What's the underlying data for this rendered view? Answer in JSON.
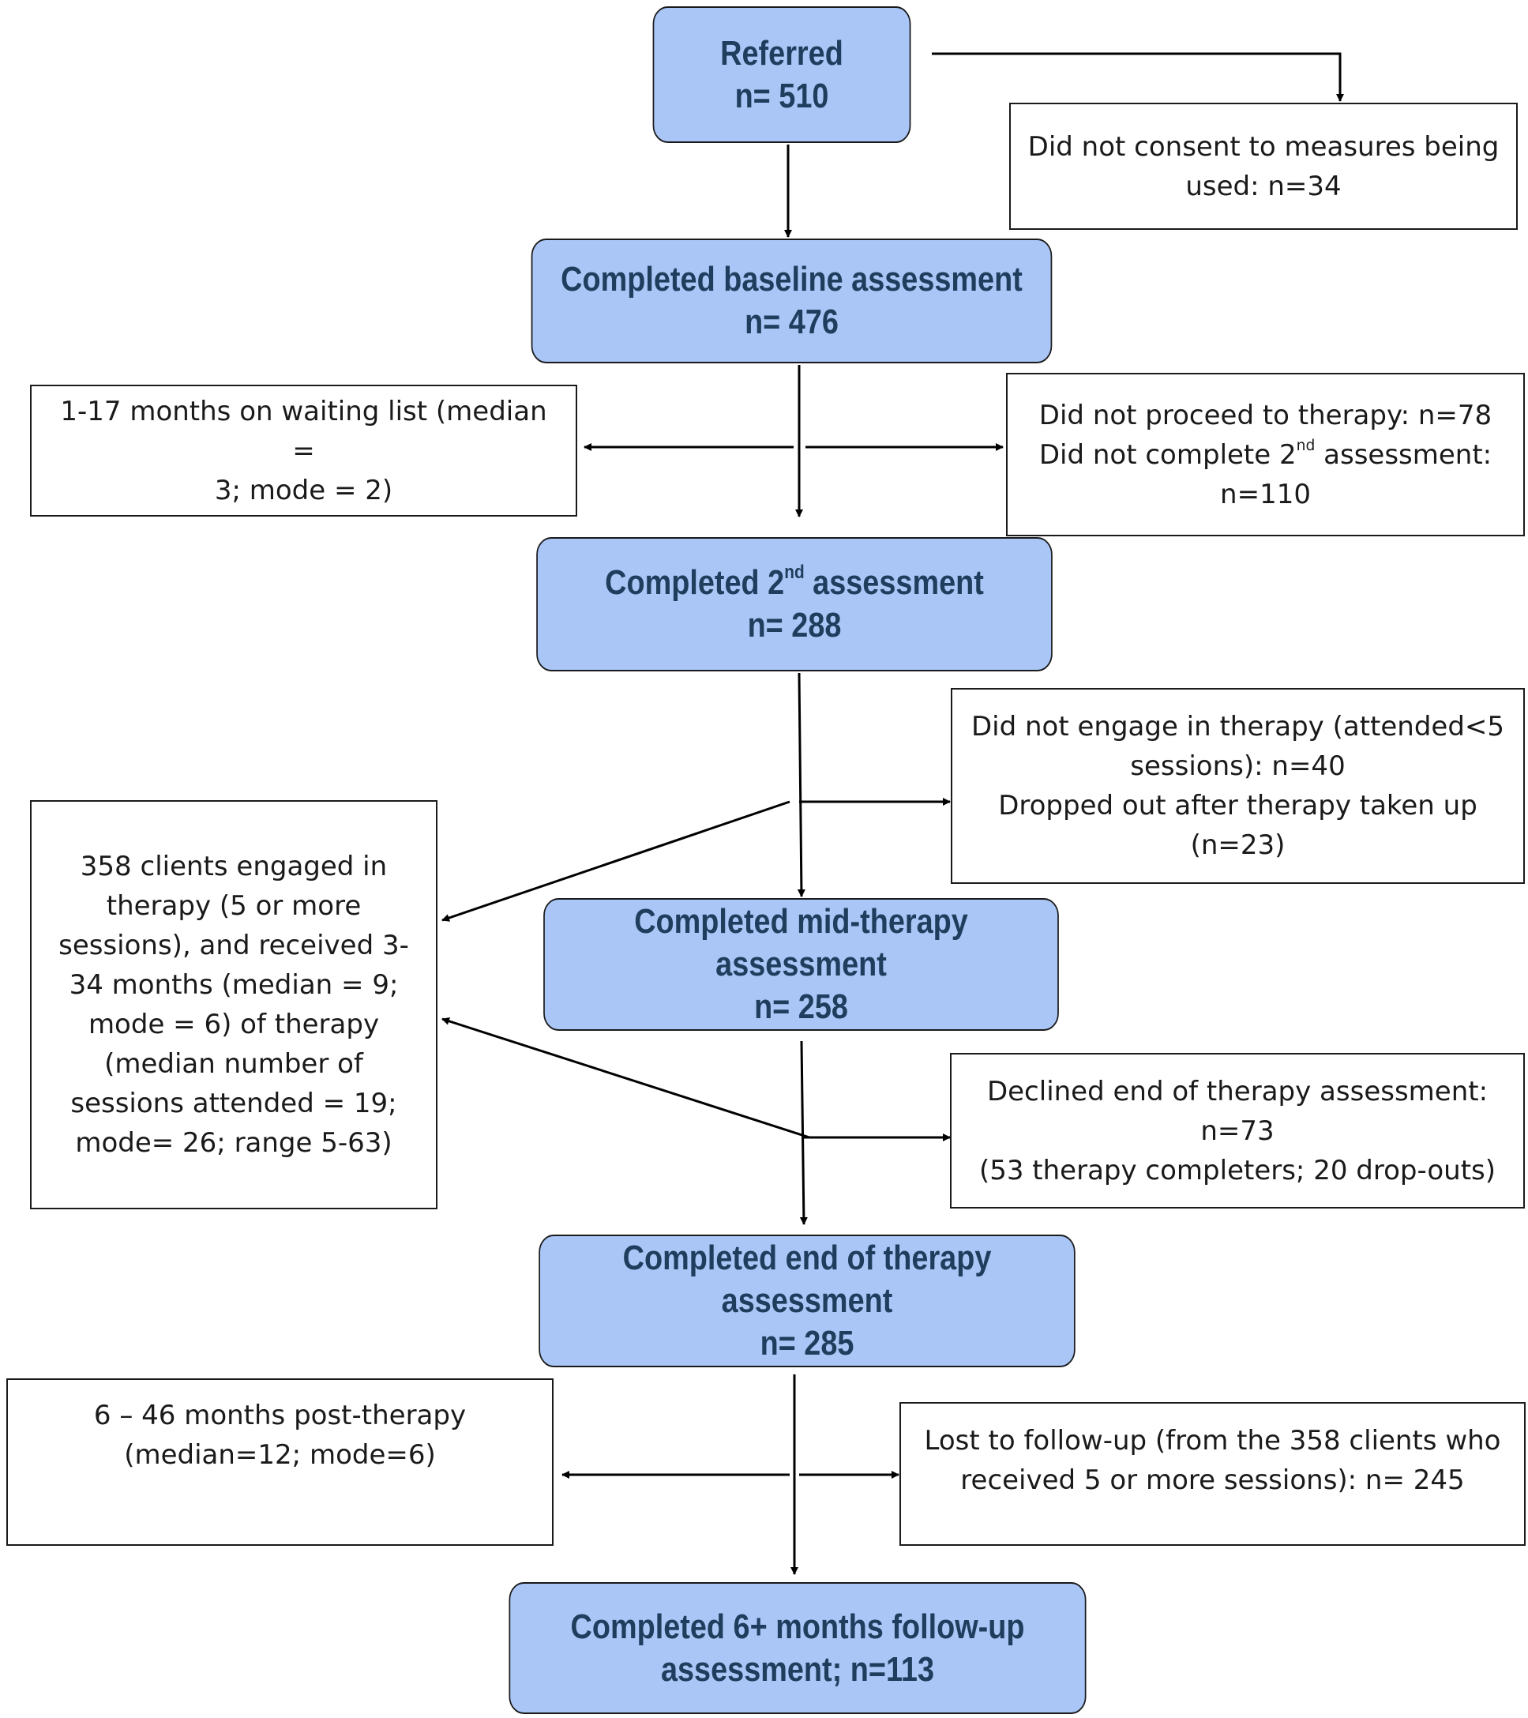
{
  "stages": {
    "referred": {
      "title": "Referred",
      "n": "n= 510"
    },
    "baseline": {
      "title": "Completed baseline assessment",
      "n": "n= 476"
    },
    "second": {
      "title_pre": "Completed 2",
      "title_sup": "nd",
      "title_post": " assessment",
      "n": "n= 288"
    },
    "mid": {
      "title": "Completed mid-therapy assessment",
      "n": "n= 258"
    },
    "end": {
      "title": "Completed end of therapy assessment",
      "n": "n= 285"
    },
    "followup": {
      "line1": "Completed 6+ months follow-up",
      "line2": "assessment; n=113"
    }
  },
  "notes": {
    "consent": {
      "line1": "Did not consent to measures being",
      "line2": "used: n=34"
    },
    "waiting": {
      "line1": "1-17 months on waiting list (median =",
      "line2": "3; mode = 2)"
    },
    "not_proceed": {
      "line1": "Did not proceed to therapy: n=78",
      "line2_pre": "Did not complete 2",
      "line2_sup": "nd",
      "line2_post": " assessment:",
      "line3": "n=110"
    },
    "not_engage": {
      "line1": "Did not engage in therapy (attended<5",
      "line2": "sessions): n=40",
      "line3": "Dropped out after therapy taken up",
      "line4": "(n=23)"
    },
    "engaged": {
      "line1": "358 clients engaged in",
      "line2": "therapy (5 or more",
      "line3": "sessions), and received 3-",
      "line4": "34 months (median = 9;",
      "line5": "mode = 6) of therapy",
      "line6": "(median number of",
      "line7": "sessions attended = 19;",
      "line8": "mode= 26; range 5-63)"
    },
    "declined": {
      "line1": "Declined end of therapy assessment:",
      "line2": "n=73",
      "line3": "(53 therapy completers; 20 drop-outs)"
    },
    "post_therapy": {
      "line1": "6 – 46 months post-therapy",
      "line2": "(median=12; mode=6)"
    },
    "lost": {
      "line1": "Lost to follow-up (from the 358 clients who",
      "line2": "received 5 or more sessions): n= 245"
    }
  }
}
